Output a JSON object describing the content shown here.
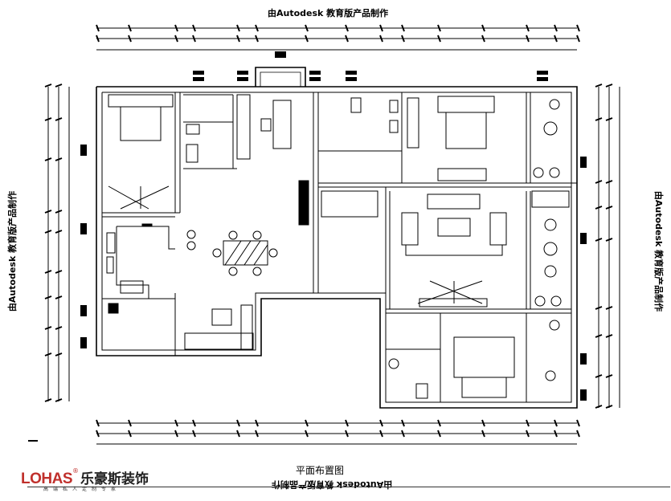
{
  "drawing": {
    "title": "平面布置图",
    "watermark": "由Autodesk 教育版产品制作",
    "line_color": "#000000"
  },
  "logo": {
    "brand_en": "LOHAS",
    "reg_mark": "®",
    "brand_cn": "乐豪斯装饰",
    "tagline": "高端私人定制专家",
    "brand_color": "#c0302c"
  }
}
